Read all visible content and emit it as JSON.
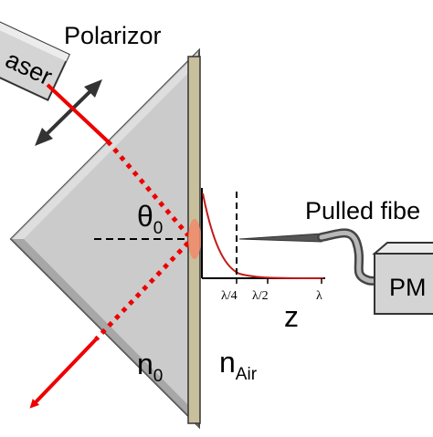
{
  "labels": {
    "laser": "aser",
    "polarizor": "Polarizor",
    "theta": "θ",
    "theta_sub": "0",
    "pulled_fiber": "Pulled fibe",
    "pmt": "PM",
    "n0": "n",
    "n0_sub": "0",
    "nair": "n",
    "nair_sub": "Air",
    "z_axis": "z"
  },
  "ticks": [
    "λ/4",
    "λ/2",
    "λ"
  ],
  "colors": {
    "prism_fill": "#cbcbcb",
    "prism_edge": "#4a4a4a",
    "film_fill": "#c8bf9c",
    "beam": "#ee0000",
    "decay_curve": "#c21a1a",
    "box_fill": "#d4d4d4"
  }
}
